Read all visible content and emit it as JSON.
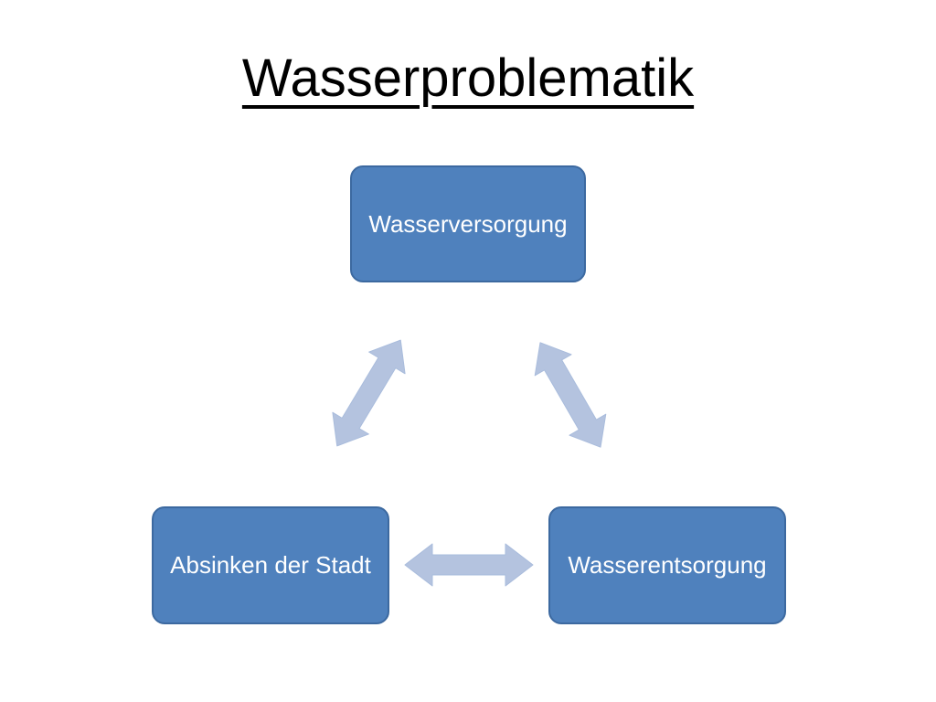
{
  "slide": {
    "title": "Wasserproblematik",
    "nodes": [
      {
        "id": "wasserversorgung",
        "label": "Wasserversorgung",
        "position": "top-center"
      },
      {
        "id": "absinken-der-stadt",
        "label": "Absinken der Stadt",
        "position": "bottom-left"
      },
      {
        "id": "wasserentsorgung",
        "label": "Wasserentsorgung",
        "position": "bottom-right"
      }
    ],
    "arrows": [
      {
        "id": "arrow-top-to-bottom-left",
        "type": "double-headed",
        "connects": [
          "wasserversorgung",
          "absinken-der-stadt"
        ]
      },
      {
        "id": "arrow-top-to-bottom-right",
        "type": "double-headed",
        "connects": [
          "wasserversorgung",
          "wasserentsorgung"
        ]
      },
      {
        "id": "arrow-bottom-left-to-right",
        "type": "double-headed",
        "connects": [
          "absinken-der-stadt",
          "wasserentsorgung"
        ]
      }
    ],
    "colors": {
      "background": "#ffffff",
      "title_color": "#000000",
      "node_fill": "#4f81bd",
      "node_border": "#3c69a0",
      "node_text": "#ffffff",
      "arrow_fill": "#b4c3df",
      "arrow_border": "#a9bcdc"
    }
  }
}
